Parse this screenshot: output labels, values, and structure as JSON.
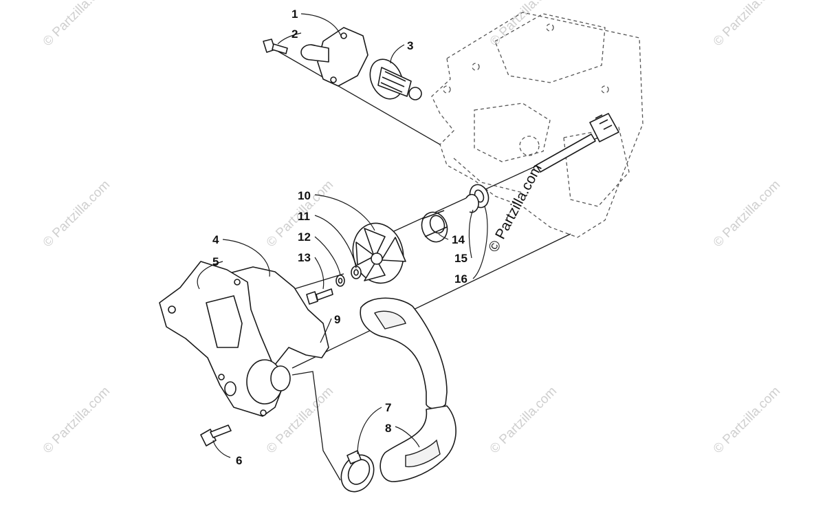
{
  "watermark": {
    "text": "© Partzilla.com",
    "main_text": "© Partzilla.com"
  },
  "callouts": [
    {
      "id": "1",
      "label": "1"
    },
    {
      "id": "2",
      "label": "2"
    },
    {
      "id": "3",
      "label": "3"
    },
    {
      "id": "4",
      "label": "4"
    },
    {
      "id": "5",
      "label": "5"
    },
    {
      "id": "6",
      "label": "6"
    },
    {
      "id": "7",
      "label": "7"
    },
    {
      "id": "8",
      "label": "8"
    },
    {
      "id": "9",
      "label": "9"
    },
    {
      "id": "10",
      "label": "10"
    },
    {
      "id": "11",
      "label": "11"
    },
    {
      "id": "12",
      "label": "12"
    },
    {
      "id": "13",
      "label": "13"
    },
    {
      "id": "14",
      "label": "14"
    },
    {
      "id": "15",
      "label": "15"
    },
    {
      "id": "16",
      "label": "16"
    }
  ],
  "colors": {
    "line": "#1a1a1a",
    "watermark": "#cfcfcf",
    "background": "#ffffff"
  }
}
